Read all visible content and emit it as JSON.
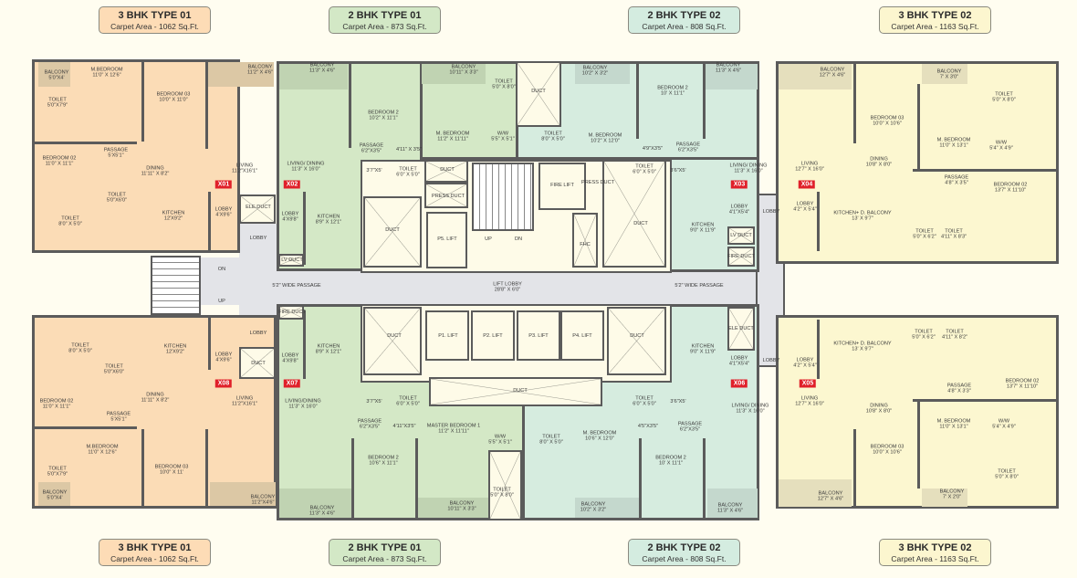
{
  "headers": {
    "top": [
      {
        "type": "3 BHK TYPE 01",
        "area": "Carpet Area - 1062 Sq.Ft."
      },
      {
        "type": "2 BHK TYPE 01",
        "area": "Carpet Area - 873 Sq.Ft."
      },
      {
        "type": "2 BHK TYPE 02",
        "area": "Carpet Area - 808 Sq.Ft."
      },
      {
        "type": "3 BHK TYPE 02",
        "area": "Carpet Area - 1163 Sq.Ft."
      }
    ],
    "bottom": [
      {
        "type": "3 BHK TYPE 01",
        "area": "Carpet Area - 1062 Sq.Ft."
      },
      {
        "type": "2 BHK TYPE 01",
        "area": "Carpet Area - 873 Sq.Ft."
      },
      {
        "type": "2 BHK TYPE 02",
        "area": "Carpet Area - 808 Sq.Ft."
      },
      {
        "type": "3 BHK TYPE 02",
        "area": "Carpet Area - 1163 Sq.Ft."
      }
    ]
  },
  "colors": {
    "bhk3_type01": "#fbdcb6",
    "bhk2_type01": "#d4e8c6",
    "bhk2_type02": "#d6ecdf",
    "bhk3_type02": "#fcf7d0",
    "corridor": "#e3e4e8",
    "tag": "#e0202a"
  },
  "units": {
    "x01": {
      "tag": "X01",
      "rooms": [
        {
          "name": "BALCONY",
          "dims": "5'0\"X4'"
        },
        {
          "name": "M.BEDROOM",
          "dims": "11'0\" X 12'6\""
        },
        {
          "name": "BEDROOM 03",
          "dims": "10'0\" X 11'0\""
        },
        {
          "name": "TOILET",
          "dims": "5'0\"X7'9\""
        },
        {
          "name": "BALCONY",
          "dims": "11'2\" X 4'6\""
        },
        {
          "name": "PASSAGE",
          "dims": "5'X5'1\""
        },
        {
          "name": "BEDROOM 02",
          "dims": "11'0\" X 11'1\""
        },
        {
          "name": "DINING",
          "dims": "11'11\" X 8'2\""
        },
        {
          "name": "LIVING",
          "dims": "11'2\"X16'1\""
        },
        {
          "name": "TOILET",
          "dims": "5'0\"X6'0\""
        },
        {
          "name": "KITCHEN",
          "dims": "12'X9'2\""
        },
        {
          "name": "TOILET",
          "dims": "8'0\" X 5'0\""
        },
        {
          "name": "LOBBY",
          "dims": "4'X9'6\""
        }
      ]
    },
    "x02": {
      "tag": "X02",
      "rooms": [
        {
          "name": "BALCONY",
          "dims": "11'3\" X 4'6\""
        },
        {
          "name": "BEDROOM 2",
          "dims": "10'2\" X 11'1\""
        },
        {
          "name": "BALCONY",
          "dims": "10'11\" X 3'3\""
        },
        {
          "name": "TOILET",
          "dims": "5'0\" X 8'0\""
        },
        {
          "name": "M. BEDROOM",
          "dims": "11'2\" X 11'11\""
        },
        {
          "name": "W/W",
          "dims": "5'5\" X 5'1\""
        },
        {
          "name": "PASSAGE",
          "dims": "6'2\"X3'5\""
        },
        {
          "name": "",
          "dims": "4'11\" X 3'5\""
        },
        {
          "name": "LIVING/ DINING",
          "dims": "11'3\" X 16'0\""
        },
        {
          "name": "",
          "dims": "3'7\"X5'"
        },
        {
          "name": "TOILET",
          "dims": "6'0\" X 5'0\""
        },
        {
          "name": "LOBBY",
          "dims": "4'X9'8\""
        },
        {
          "name": "KITCHEN",
          "dims": "8'9\" X 12'1\""
        }
      ]
    },
    "x03": {
      "tag": "X03",
      "rooms": [
        {
          "name": "BALCONY",
          "dims": "10'2\" X 3'2\""
        },
        {
          "name": "BEDROOM 2",
          "dims": "10' X 11'1\""
        },
        {
          "name": "BALCONY",
          "dims": "11'3\" X 4'6\""
        },
        {
          "name": "TOILET",
          "dims": "8'0\" X 5'0\""
        },
        {
          "name": "M. BEDROOM",
          "dims": "10'2\" X 12'0\""
        },
        {
          "name": "",
          "dims": "4'9\"X3'5\""
        },
        {
          "name": "PASSAGE",
          "dims": "6'2\"X3'5\""
        },
        {
          "name": "TOILET",
          "dims": "6'0\" X 5'0\""
        },
        {
          "name": "",
          "dims": "3'6\"X5'"
        },
        {
          "name": "LIVING/ DINING",
          "dims": "11'3\" X 16'0\""
        },
        {
          "name": "LOBBY",
          "dims": "4'1\"X5'4\""
        },
        {
          "name": "KITCHEN",
          "dims": "9'0\" X 11'9\""
        }
      ]
    },
    "x04": {
      "tag": "X04",
      "rooms": [
        {
          "name": "BALCONY",
          "dims": "12'7\" X 4'6\""
        },
        {
          "name": "BALCONY",
          "dims": "7' X 3'0\""
        },
        {
          "name": "BEDROOM 03",
          "dims": "10'0\" X 10'6\""
        },
        {
          "name": "TOILET",
          "dims": "5'0\" X 8'0\""
        },
        {
          "name": "M. BEDROOM",
          "dims": "11'0\" X 13'1\""
        },
        {
          "name": "W/W",
          "dims": "5'4\" X 4'9\""
        },
        {
          "name": "LIVING",
          "dims": "12'7\" X 16'0\""
        },
        {
          "name": "DINING",
          "dims": "10'8\" X 8'0\""
        },
        {
          "name": "PASSAGE",
          "dims": "4'8\" X 3'5\""
        },
        {
          "name": "BEDROOM 02",
          "dims": "13'7\" X 11'10\""
        },
        {
          "name": "LOBBY",
          "dims": "4'2\" X 5'4\""
        },
        {
          "name": "KITCHEN+ D. BALCONY",
          "dims": "13' X 9'7\""
        },
        {
          "name": "TOILET",
          "dims": "5'0\" X 6'2\""
        },
        {
          "name": "TOILET",
          "dims": "4'11\" X 8'3\""
        }
      ]
    },
    "x08": {
      "tag": "X08",
      "rooms": [
        {
          "name": "KITCHEN",
          "dims": "12'X9'2\""
        },
        {
          "name": "LOBBY",
          "dims": "4'X9'6\""
        },
        {
          "name": "TOILET",
          "dims": "8'0\" X 5'0\""
        },
        {
          "name": "TOILET",
          "dims": "5'0\"X6'0\""
        },
        {
          "name": "DINING",
          "dims": "11'11\" X 8'2\""
        },
        {
          "name": "LIVING",
          "dims": "11'2\"X16'1\""
        },
        {
          "name": "BEDROOM 02",
          "dims": "11'0\" X 11'1\""
        },
        {
          "name": "PASSAGE",
          "dims": "5'X5'1\""
        },
        {
          "name": "M.BEDROOM",
          "dims": "11'0\" X 12'6\""
        },
        {
          "name": "BEDROOM 03",
          "dims": "10'0\" X 11'"
        },
        {
          "name": "TOILET",
          "dims": "5'0\"X7'9\""
        },
        {
          "name": "BALCONY",
          "dims": "5'0\"X4'"
        },
        {
          "name": "BALCONY",
          "dims": "11'2\"X4'6\""
        }
      ]
    },
    "x07": {
      "tag": "X07",
      "rooms": [
        {
          "name": "KITCHEN",
          "dims": "8'9\" X 12'1\""
        },
        {
          "name": "LOBBY",
          "dims": "4'X9'8\""
        },
        {
          "name": "LIVING/DINING",
          "dims": "11'3\" X 16'0\""
        },
        {
          "name": "",
          "dims": "3'7\"X5'"
        },
        {
          "name": "TOILET",
          "dims": "6'0\" X 5'0\""
        },
        {
          "name": "PASSAGE",
          "dims": "6'2\"X3'5\""
        },
        {
          "name": "",
          "dims": "4'11\"X3'5\""
        },
        {
          "name": "MASTER BEDROOM 1",
          "dims": "11'2\" X 11'11\""
        },
        {
          "name": "W/W",
          "dims": "5'5\" X 5'1\""
        },
        {
          "name": "BEDROOM 2",
          "dims": "10'6\" X 11'1\""
        },
        {
          "name": "TOILET",
          "dims": "5'0\" X 8'0\""
        },
        {
          "name": "BALCONY",
          "dims": "11'3\" X 4'6\""
        },
        {
          "name": "BALCONY",
          "dims": "10'11\" X 3'3\""
        }
      ]
    },
    "x06": {
      "tag": "X06",
      "rooms": [
        {
          "name": "KITCHEN",
          "dims": "9'0\" X 11'9\""
        },
        {
          "name": "LOBBY",
          "dims": "4'1\"X5'4\""
        },
        {
          "name": "TOILET",
          "dims": "8'0\" X 5'0\""
        },
        {
          "name": "M. BEDROOM",
          "dims": "10'6\" X 12'0\""
        },
        {
          "name": "",
          "dims": "4'5\"X3'5\""
        },
        {
          "name": "PASSAGE",
          "dims": "6'2\"X3'5\""
        },
        {
          "name": "TOILET",
          "dims": "6'0\" X 5'0\""
        },
        {
          "name": "",
          "dims": "3'6\"X5'"
        },
        {
          "name": "LIVING/ DINING",
          "dims": "11'3\" X 16'0\""
        },
        {
          "name": "BEDROOM 2",
          "dims": "10' X 11'1\""
        },
        {
          "name": "BALCONY",
          "dims": "10'2\" X 3'2\""
        },
        {
          "name": "BALCONY",
          "dims": "11'3\" X 4'6\""
        }
      ]
    },
    "x05": {
      "tag": "X05",
      "rooms": [
        {
          "name": "LOBBY",
          "dims": "4'2\" X 5'4\""
        },
        {
          "name": "KITCHEN+ D. BALCONY",
          "dims": "13' X 9'7\""
        },
        {
          "name": "TOILET",
          "dims": "5'0\" X 6'2\""
        },
        {
          "name": "TOILET",
          "dims": "4'11\" X 8'2\""
        },
        {
          "name": "PASSAGE",
          "dims": "4'8\" X 3'3\""
        },
        {
          "name": "BEDROOM 02",
          "dims": "13'7\" X 11'10\""
        },
        {
          "name": "LIVING",
          "dims": "12'7\" X 16'0\""
        },
        {
          "name": "DINING",
          "dims": "10'8\" X 8'0\""
        },
        {
          "name": "M. BEDROOM",
          "dims": "11'0\" X 13'1\""
        },
        {
          "name": "W/W",
          "dims": "5'4\" X 4'9\""
        },
        {
          "name": "BEDROOM 03",
          "dims": "10'0\" X 10'6\""
        },
        {
          "name": "TOILET",
          "dims": "5'0\" X 8'0\""
        },
        {
          "name": "BALCONY",
          "dims": "12'7\" X 4'6\""
        },
        {
          "name": "BALCONY",
          "dims": "7' X 2'0\""
        }
      ]
    }
  },
  "core": {
    "labels": [
      {
        "name": "ELE.DUCT",
        "dims": ""
      },
      {
        "name": "LOBBY",
        "dims": ""
      },
      {
        "name": "LV DUCT",
        "dims": ""
      },
      {
        "name": "DUCT",
        "dims": ""
      },
      {
        "name": "PRESS DUCT",
        "dims": ""
      },
      {
        "name": "DUCT",
        "dims": ""
      },
      {
        "name": "P5. LIFT",
        "dims": ""
      },
      {
        "name": "UP",
        "dims": ""
      },
      {
        "name": "DN",
        "dims": ""
      },
      {
        "name": "DUCT",
        "dims": ""
      },
      {
        "name": "FIRE LIFT",
        "dims": ""
      },
      {
        "name": "PRESS DUCT",
        "dims": ""
      },
      {
        "name": "DUCT",
        "dims": ""
      },
      {
        "name": "FHC",
        "dims": ""
      },
      {
        "name": "LOBBY",
        "dims": ""
      },
      {
        "name": "LV DUCT",
        "dims": ""
      },
      {
        "name": "FIRE DUCT",
        "dims": ""
      },
      {
        "name": "ON",
        "dims": ""
      },
      {
        "name": "UP",
        "dims": ""
      },
      {
        "name": "5'2\" WIDE PASSAGE",
        "dims": ""
      },
      {
        "name": "LIFT LOBBY",
        "dims": "28'8\" X 6'0\""
      },
      {
        "name": "5'2\" WIDE PASSAGE",
        "dims": ""
      },
      {
        "name": "FIRE DUCT",
        "dims": ""
      },
      {
        "name": "LOBBY",
        "dims": ""
      },
      {
        "name": "DUCT",
        "dims": ""
      },
      {
        "name": "DUCT",
        "dims": ""
      },
      {
        "name": "P1. LIFT",
        "dims": ""
      },
      {
        "name": "P2. LIFT",
        "dims": ""
      },
      {
        "name": "P3. LIFT",
        "dims": ""
      },
      {
        "name": "P4. LIFT",
        "dims": ""
      },
      {
        "name": "DUCT",
        "dims": ""
      },
      {
        "name": "ELE DUCT",
        "dims": ""
      },
      {
        "name": "LOBBY",
        "dims": ""
      },
      {
        "name": "DUCT",
        "dims": ""
      }
    ]
  }
}
